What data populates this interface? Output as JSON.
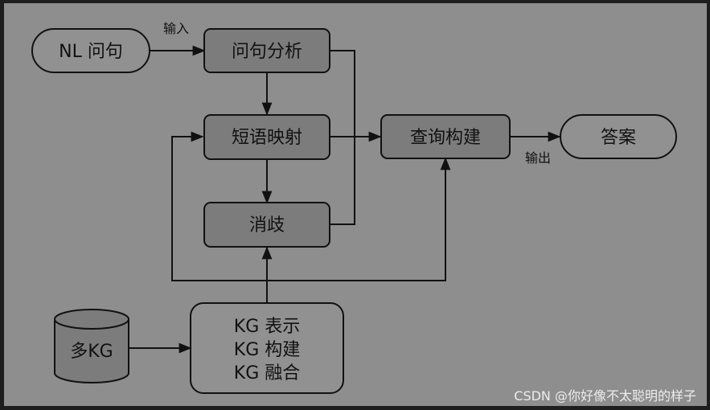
{
  "diagram": {
    "nodes": {
      "nl_question": "NL 问句",
      "question_analysis": "问句分析",
      "phrase_mapping": "短语映射",
      "disambiguation": "消歧",
      "query_construction": "查询构建",
      "answer": "答案",
      "multi_kg": "多KG",
      "kg_ops": [
        "KG 表示",
        "KG 构建",
        "KG 融合"
      ]
    },
    "edge_labels": {
      "input": "输入",
      "output": "输出"
    }
  },
  "watermark": "CSDN @你好像不太聪明的样子"
}
